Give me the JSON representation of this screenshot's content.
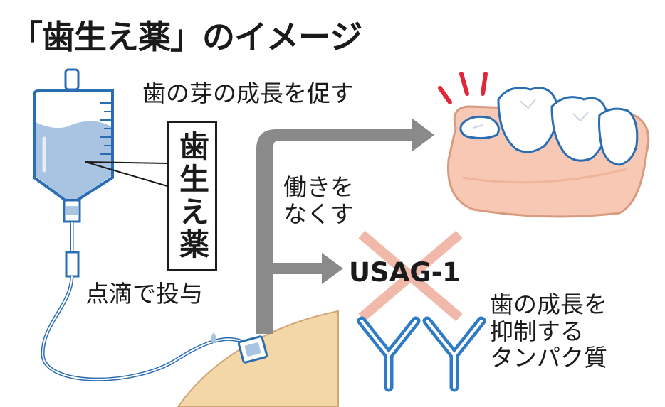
{
  "title": "「歯生え薬」のイメージ",
  "labels": {
    "promote": "歯の芽の成長を促す",
    "drug": "歯生え薬",
    "disable_line1": "働きを",
    "disable_line2": "なくす",
    "drip": "点滴で投与",
    "protein_line1": "歯の成長を",
    "protein_line2": "抑制する",
    "protein_line3": "タンパク質",
    "usag": "USAG-1"
  },
  "colors": {
    "arrow": "#8a8a8a",
    "x_mark": "#f1b9aa",
    "protein": "#2f7cc4",
    "gum": "#f7c9b4",
    "skin": "#f4d7a6",
    "liquid": "#a9c3e2",
    "bag_outline": "#2a6db3",
    "impact": "#e0283a"
  }
}
